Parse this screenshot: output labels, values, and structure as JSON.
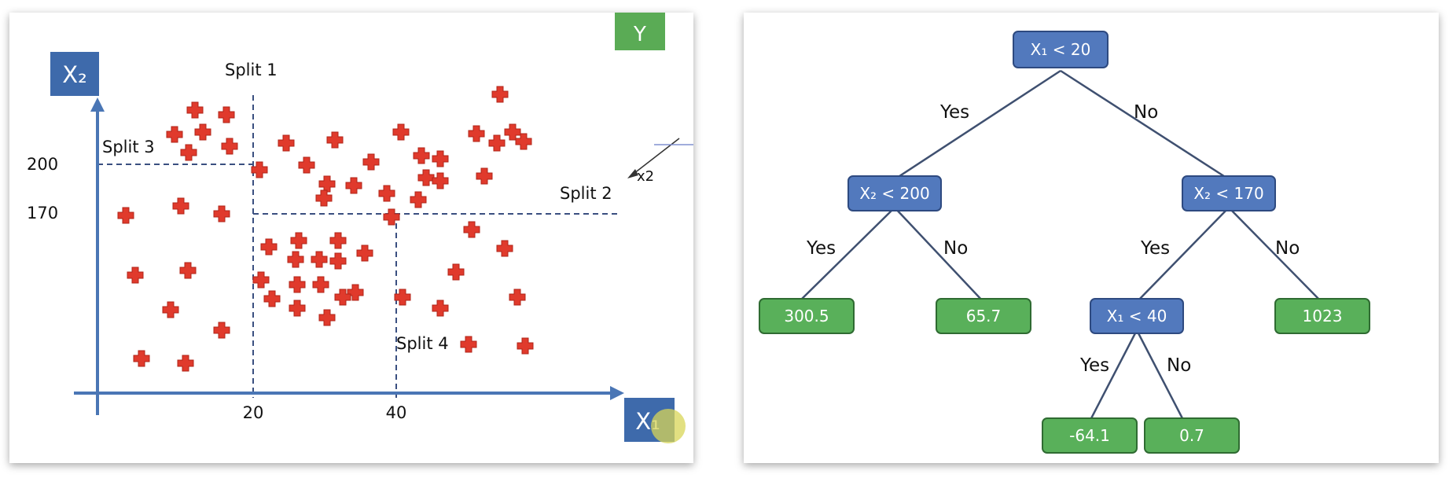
{
  "scatter": {
    "y_axis_label": "X₂",
    "x_axis_label": "X₁",
    "corner_label": "Y",
    "fragment_label": "x2",
    "split_labels": [
      "Split 1",
      "Split 2",
      "Split 3",
      "Split 4"
    ],
    "y_ticks": [
      "200",
      "170"
    ],
    "x_ticks": [
      "20",
      "40"
    ],
    "colors": {
      "axis": "#4a76b5",
      "box": "#3e6aab",
      "marker": "#e03a2c",
      "divider": "#3a4f80",
      "corner": "#5aab55"
    }
  },
  "tree": {
    "nodes": {
      "root": "X₁ < 20",
      "left": "X₂ < 200",
      "right": "X₂ < 170",
      "rl": "X₁ < 40",
      "leaf1": "300.5",
      "leaf2": "65.7",
      "leaf3": "1023",
      "leaf4": "-64.1",
      "leaf5": "0.7"
    },
    "edge_yes": "Yes",
    "edge_no": "No",
    "colors": {
      "decision": "#5279bd",
      "leaf": "#59b05a",
      "edge": "#3f5070"
    }
  }
}
